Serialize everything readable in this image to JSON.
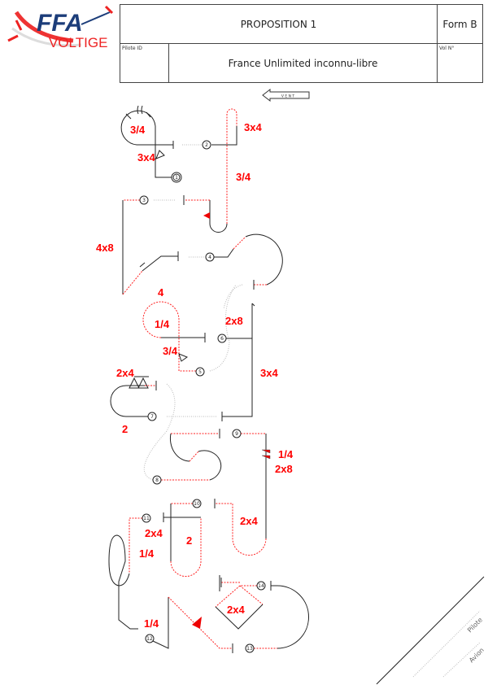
{
  "header": {
    "logo_text": "FFA VOLTIGE",
    "title": "PROPOSITION 1",
    "form": "Form B",
    "pilot_id_label": "Pilote ID",
    "sequence_name": "France Unlimited inconnu-libre",
    "flight_no_label": "Vol N°"
  },
  "wind": {
    "label": "V E N T"
  },
  "figures": [
    {
      "number": "1",
      "labels": [
        "3/4",
        "3x4"
      ]
    },
    {
      "number": "2",
      "labels": [
        "3x4",
        "3/4"
      ]
    },
    {
      "number": "3",
      "labels": [
        "4x8"
      ]
    },
    {
      "number": "4",
      "labels": [
        "4"
      ]
    },
    {
      "number": "5",
      "labels": [
        "1/4",
        "3/4"
      ]
    },
    {
      "number": "6",
      "labels": [
        "2x8",
        "3x4"
      ]
    },
    {
      "number": "7",
      "labels": [
        "2x4",
        "2"
      ]
    },
    {
      "number": "8",
      "labels": []
    },
    {
      "number": "9",
      "labels": [
        "1/4",
        "2x8"
      ]
    },
    {
      "number": "10",
      "labels": [
        "2x4"
      ]
    },
    {
      "number": "11",
      "labels": [
        "2x4",
        "2",
        "1/4"
      ]
    },
    {
      "number": "12",
      "labels": [
        "1/4"
      ]
    },
    {
      "number": "13",
      "labels": []
    },
    {
      "number": "14",
      "labels": [
        "2x4"
      ]
    }
  ],
  "signature": {
    "pilot": "Pilote",
    "aircraft": "Avion"
  },
  "colors": {
    "accent": "#ff0000",
    "line": "#222222"
  }
}
